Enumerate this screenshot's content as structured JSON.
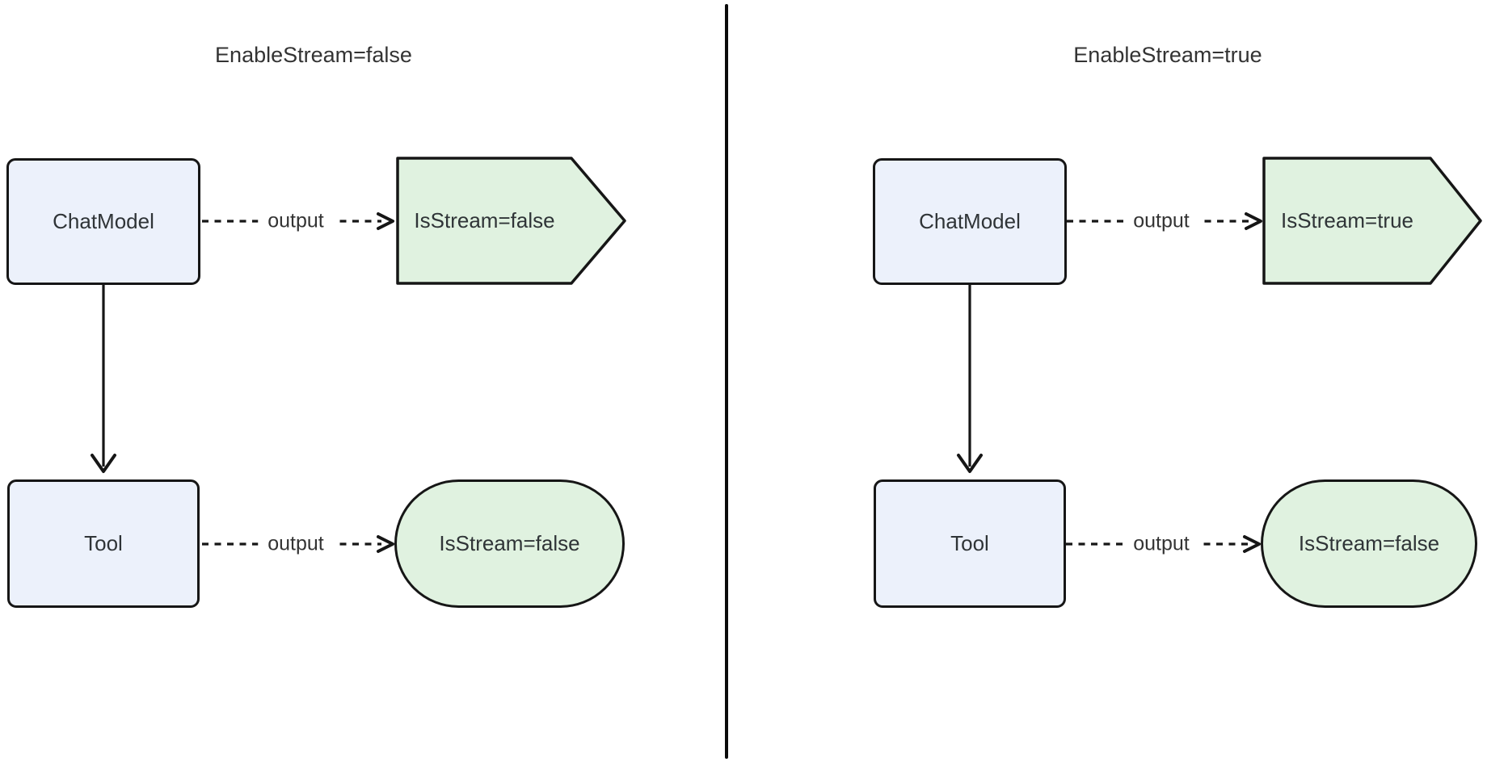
{
  "diagram": {
    "type": "flowchart-comparison",
    "background": "#FFFFFF",
    "divider_color": "#0B0B0B",
    "colors": {
      "process_node_fill": "#ECF1FB",
      "result_node_fill": "#E0F2E0",
      "node_border": "#161616",
      "text": "#333333"
    },
    "panels": [
      {
        "title": "EnableStream=false",
        "nodes": {
          "chat_model": "ChatModel",
          "tool": "Tool",
          "chat_result": "IsStream=false",
          "tool_result": "IsStream=false"
        },
        "edges": {
          "chat_to_result_label": "output",
          "tool_to_result_label": "output"
        }
      },
      {
        "title": "EnableStream=true",
        "nodes": {
          "chat_model": "ChatModel",
          "tool": "Tool",
          "chat_result": "IsStream=true",
          "tool_result": "IsStream=false"
        },
        "edges": {
          "chat_to_result_label": "output",
          "tool_to_result_label": "output"
        }
      }
    ]
  }
}
